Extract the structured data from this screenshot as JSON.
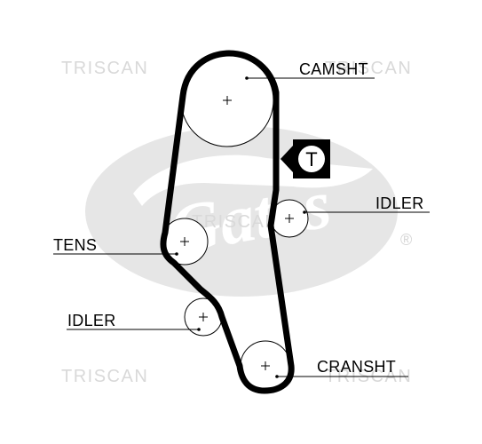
{
  "watermark": {
    "brand_text": "TRISCAN",
    "logo_text": "Gates",
    "registered_mark": "®",
    "colors": {
      "watermark": "#d9d9d9",
      "logo": "#e6e6e6"
    }
  },
  "labels": {
    "camshaft": "CAMSHT",
    "idler_right": "IDLER",
    "tensioner": "TENS",
    "idler_left": "IDLER",
    "crankshaft": "CRANSHT"
  },
  "marker": {
    "symbol": "T",
    "icon": "tensioner-marker-icon"
  },
  "colors": {
    "belt": "#000000",
    "background": "#ffffff"
  }
}
